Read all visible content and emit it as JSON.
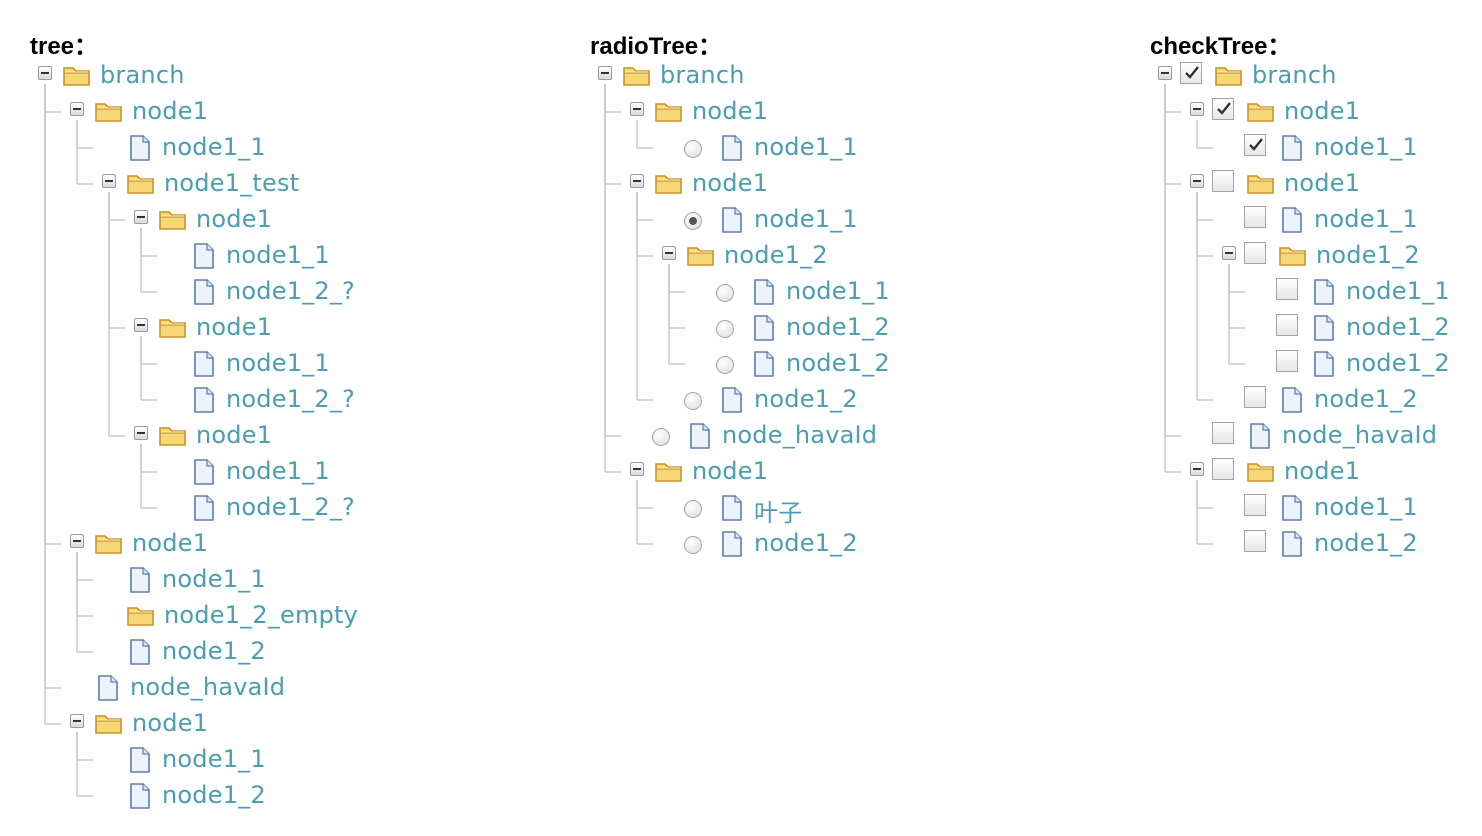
{
  "panels": [
    {
      "id": "tree",
      "title": "tree：",
      "nodes": [
        {
          "label": "branch",
          "depth": 0,
          "type": "folder",
          "expanded": true
        },
        {
          "label": "node1",
          "depth": 1,
          "type": "folder",
          "expanded": true
        },
        {
          "label": "node1_1",
          "depth": 2,
          "type": "file"
        },
        {
          "label": "node1_test",
          "depth": 2,
          "type": "folder",
          "expanded": true
        },
        {
          "label": "node1",
          "depth": 3,
          "type": "folder",
          "expanded": true
        },
        {
          "label": "node1_1",
          "depth": 4,
          "type": "file"
        },
        {
          "label": "node1_2_?",
          "depth": 4,
          "type": "file"
        },
        {
          "label": "node1",
          "depth": 3,
          "type": "folder",
          "expanded": true
        },
        {
          "label": "node1_1",
          "depth": 4,
          "type": "file"
        },
        {
          "label": "node1_2_?",
          "depth": 4,
          "type": "file"
        },
        {
          "label": "node1",
          "depth": 3,
          "type": "folder",
          "expanded": true
        },
        {
          "label": "node1_1",
          "depth": 4,
          "type": "file"
        },
        {
          "label": "node1_2_?",
          "depth": 4,
          "type": "file"
        },
        {
          "label": "node1",
          "depth": 1,
          "type": "folder",
          "expanded": true
        },
        {
          "label": "node1_1",
          "depth": 2,
          "type": "file"
        },
        {
          "label": "node1_2_empty",
          "depth": 2,
          "type": "folder",
          "expanded": false,
          "empty": true
        },
        {
          "label": "node1_2",
          "depth": 2,
          "type": "file"
        },
        {
          "label": "node_havaId",
          "depth": 1,
          "type": "file"
        },
        {
          "label": "node1",
          "depth": 1,
          "type": "folder",
          "expanded": true
        },
        {
          "label": "node1_1",
          "depth": 2,
          "type": "file"
        },
        {
          "label": "node1_2",
          "depth": 2,
          "type": "file"
        }
      ]
    },
    {
      "id": "radioTree",
      "title": "radioTree：",
      "nodes": [
        {
          "label": "branch",
          "depth": 0,
          "type": "folder",
          "expanded": true
        },
        {
          "label": "node1",
          "depth": 1,
          "type": "folder",
          "expanded": true
        },
        {
          "label": "node1_1",
          "depth": 2,
          "type": "file",
          "radio": "off"
        },
        {
          "label": "node1",
          "depth": 1,
          "type": "folder",
          "expanded": true
        },
        {
          "label": "node1_1",
          "depth": 2,
          "type": "file",
          "radio": "on"
        },
        {
          "label": "node1_2",
          "depth": 2,
          "type": "folder",
          "expanded": true
        },
        {
          "label": "node1_1",
          "depth": 3,
          "type": "file",
          "radio": "off"
        },
        {
          "label": "node1_2",
          "depth": 3,
          "type": "file",
          "radio": "off"
        },
        {
          "label": "node1_2",
          "depth": 3,
          "type": "file",
          "radio": "off"
        },
        {
          "label": "node1_2",
          "depth": 2,
          "type": "file",
          "radio": "off"
        },
        {
          "label": "node_havaId",
          "depth": 1,
          "type": "file",
          "radio": "off"
        },
        {
          "label": "node1",
          "depth": 1,
          "type": "folder",
          "expanded": true
        },
        {
          "label": "叶子",
          "depth": 2,
          "type": "file",
          "radio": "off"
        },
        {
          "label": "node1_2",
          "depth": 2,
          "type": "file",
          "radio": "off"
        }
      ]
    },
    {
      "id": "checkTree",
      "title": "checkTree：",
      "nodes": [
        {
          "label": "branch",
          "depth": 0,
          "type": "folder",
          "expanded": true,
          "checked": true
        },
        {
          "label": "node1",
          "depth": 1,
          "type": "folder",
          "expanded": true,
          "checked": true
        },
        {
          "label": "node1_1",
          "depth": 2,
          "type": "file",
          "checked": true
        },
        {
          "label": "node1",
          "depth": 1,
          "type": "folder",
          "expanded": true,
          "checked": false
        },
        {
          "label": "node1_1",
          "depth": 2,
          "type": "file",
          "checked": false
        },
        {
          "label": "node1_2",
          "depth": 2,
          "type": "folder",
          "expanded": true,
          "checked": false
        },
        {
          "label": "node1_1",
          "depth": 3,
          "type": "file",
          "checked": false
        },
        {
          "label": "node1_2",
          "depth": 3,
          "type": "file",
          "checked": false
        },
        {
          "label": "node1_2",
          "depth": 3,
          "type": "file",
          "checked": false
        },
        {
          "label": "node1_2",
          "depth": 2,
          "type": "file",
          "checked": false
        },
        {
          "label": "node_havaId",
          "depth": 1,
          "type": "file",
          "checked": false
        },
        {
          "label": "node1",
          "depth": 1,
          "type": "folder",
          "expanded": true,
          "checked": false
        },
        {
          "label": "node1_1",
          "depth": 2,
          "type": "file",
          "checked": false
        },
        {
          "label": "node1_2",
          "depth": 2,
          "type": "file",
          "checked": false
        }
      ]
    }
  ],
  "colors": {
    "label": "#4a9db3",
    "connector": "#c8c8c8",
    "folder_fill": "#f8d775",
    "folder_stroke": "#c8952a",
    "file_stroke": "#5b7fb0"
  },
  "icons": {
    "folder": "folder-icon",
    "file": "file-icon",
    "expander": "collapse-icon",
    "radio": "radio-button",
    "checkbox": "checkbox"
  }
}
